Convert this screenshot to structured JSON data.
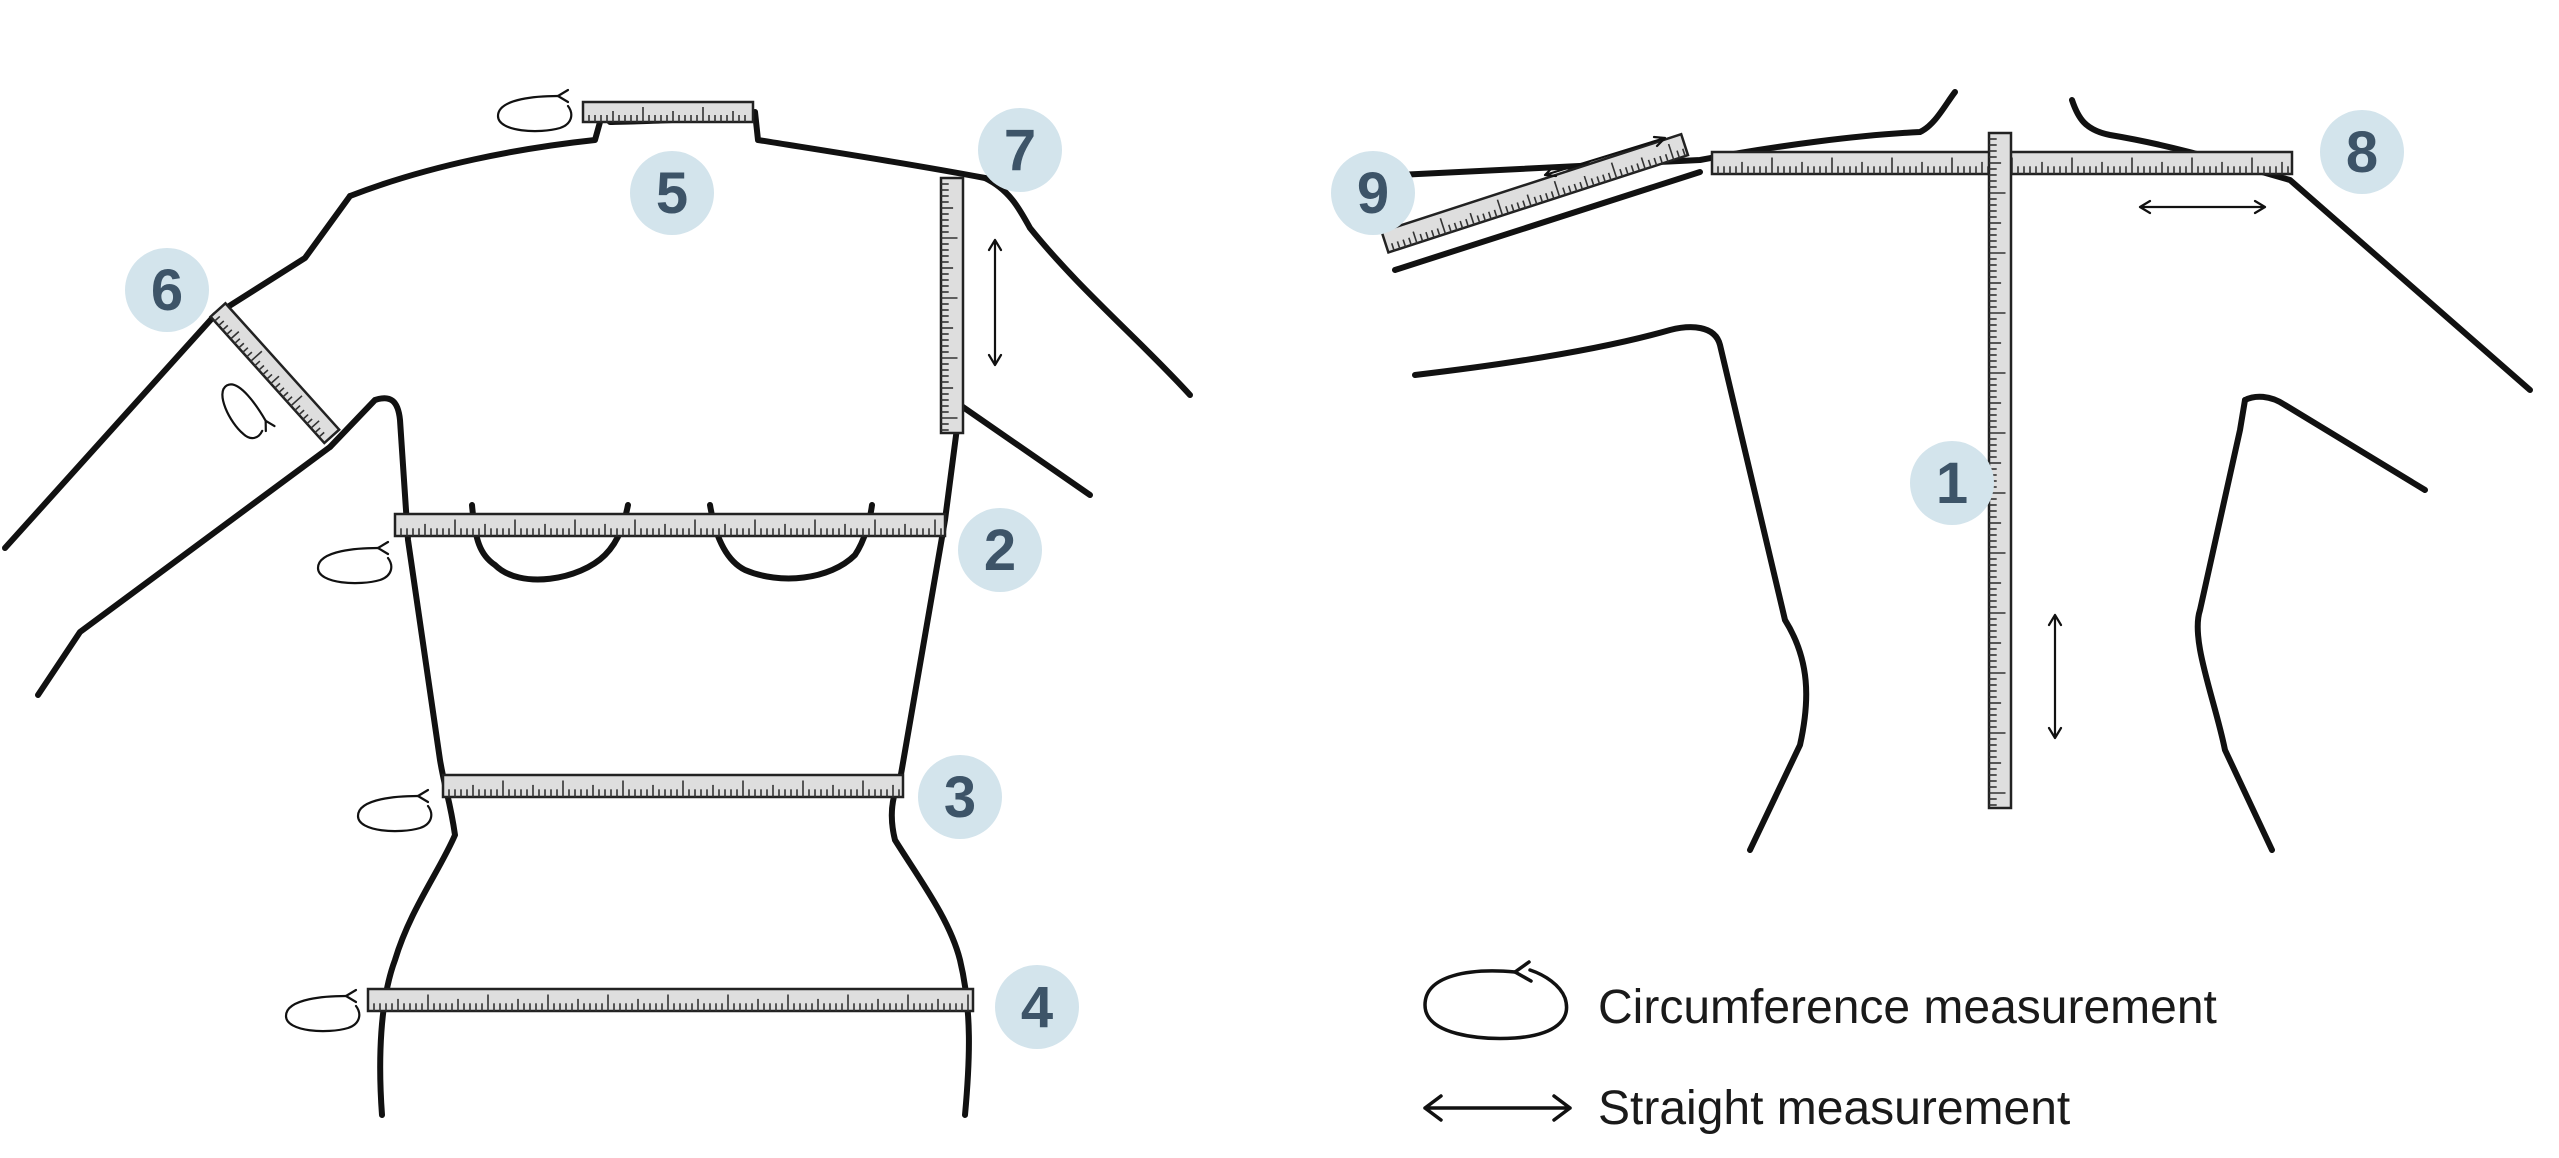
{
  "markers": {
    "m1": "1",
    "m2": "2",
    "m3": "3",
    "m4": "4",
    "m5": "5",
    "m6": "6",
    "m7": "7",
    "m8": "8",
    "m9": "9"
  },
  "legend": {
    "circumference_label": "Circumference measurement",
    "straight_label": "Straight measurement",
    "circumference_icon": "circular-arrow-icon",
    "straight_icon": "double-arrow-icon"
  },
  "colors": {
    "marker_fill": "#d3e4ec",
    "marker_text": "#3d5468",
    "tape_fill": "#dedede",
    "outline": "#111111"
  }
}
